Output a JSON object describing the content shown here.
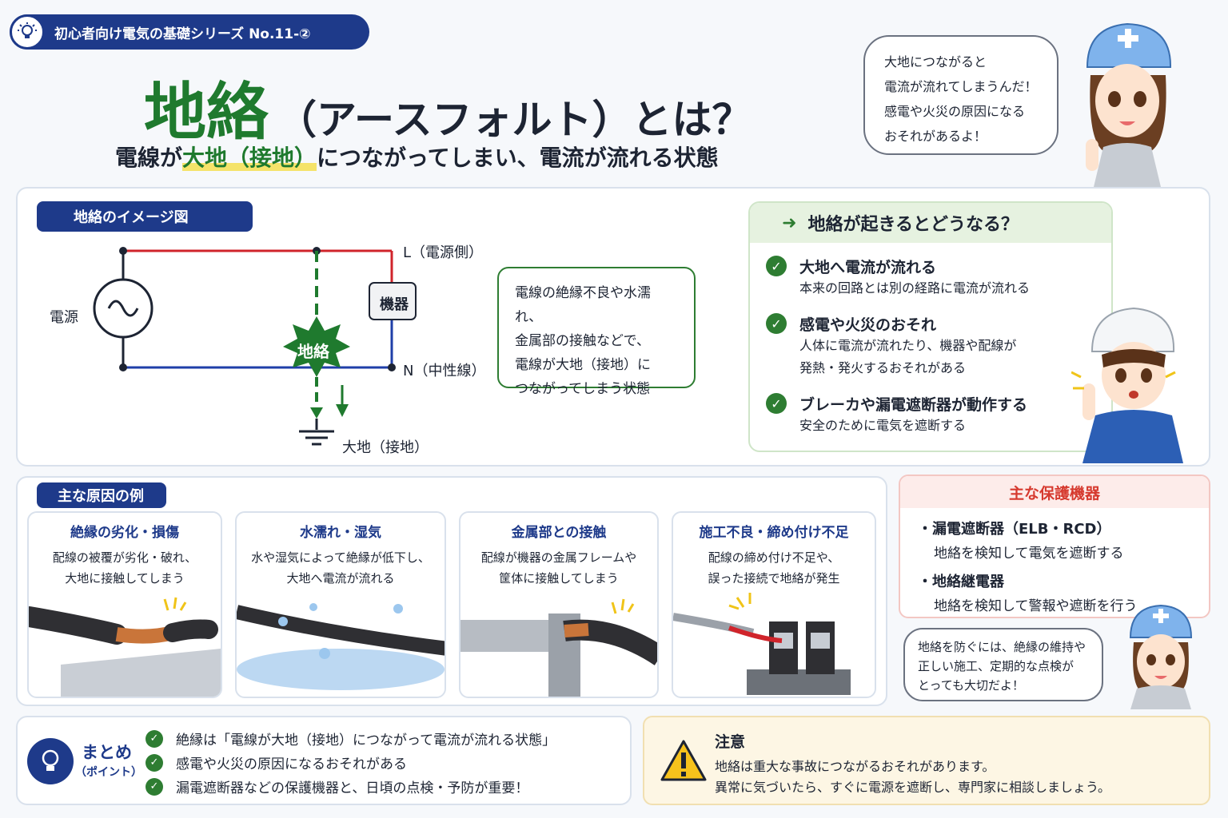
{
  "series_badge": "初心者向け電気の基礎シリーズ No.11-②",
  "title_main": "地絡",
  "title_rest": "（アースフォルト）とは？",
  "subtitle": {
    "pre": "電線が",
    "highlight": "大地（接地）",
    "post": "につながってしまい、電流が流れる状態"
  },
  "top_bubble": [
    "大地につながると",
    "電流が流れてしまうんだ！",
    "感電や火災の原因になる",
    "おそれがあるよ！"
  ],
  "diagram": {
    "heading": "地絡のイメージ図",
    "power_label": "電源",
    "line_l": "L（電源側）",
    "line_n": "N（中性線）",
    "device": "機器",
    "fault": "地絡",
    "ground": "大地（接地）",
    "description": [
      "電線の絶縁不良や水濡れ、",
      "金属部の接触などで、",
      "電線が大地（接地）に",
      "つながってしまう状態"
    ],
    "colors": {
      "line_l": "#d0242b",
      "line_n": "#1f3fa8",
      "fault": "#1f7a2e"
    }
  },
  "effects": {
    "heading": "地絡が起きるとどうなる？",
    "items": [
      {
        "title": "大地へ電流が流れる",
        "desc": [
          "本来の回路とは別の経路に電流が流れる"
        ]
      },
      {
        "title": "感電や火災のおそれ",
        "desc": [
          "人体に電流が流れたり、機器や配線が",
          "発熱・発火するおそれがある"
        ]
      },
      {
        "title": "ブレーカや漏電遮断器が動作する",
        "desc": [
          "安全のために電気を遮断する"
        ]
      }
    ]
  },
  "causes": {
    "heading": "主な原因の例",
    "items": [
      {
        "title": "絶縁の劣化・損傷",
        "desc": [
          "配線の被覆が劣化・破れ、",
          "大地に接触してしまう"
        ]
      },
      {
        "title": "水濡れ・湿気",
        "desc": [
          "水や湿気によって絶縁が低下し、",
          "大地へ電流が流れる"
        ]
      },
      {
        "title": "金属部との接触",
        "desc": [
          "配線が機器の金属フレームや",
          "筐体に接触してしまう"
        ]
      },
      {
        "title": "施工不良・締め付け不足",
        "desc": [
          "配線の締め付け不足や、",
          "誤った接続で地絡が発生"
        ]
      }
    ]
  },
  "protection": {
    "heading": "主な保護機器",
    "items": [
      {
        "name": "漏電遮断器（ELB・RCD）",
        "desc": "地絡を検知して電気を遮断する"
      },
      {
        "name": "地絡継電器",
        "desc": "地絡を検知して警報や遮断を行う"
      }
    ]
  },
  "bottom_bubble": [
    "地絡を防ぐには、絶縁の維持や",
    "正しい施工、定期的な点検が",
    "とっても大切だよ！"
  ],
  "summary": {
    "label": "まとめ",
    "sublabel": "（ポイント）",
    "items": [
      "絶縁は「電線が大地（接地）につながって電流が流れる状態」",
      "感電や火災の原因になるおそれがある",
      "漏電遮断器などの保護機器と、日頃の点検・予防が重要！"
    ]
  },
  "caution": {
    "title": "注意",
    "lines": [
      "地絡は重大な事故につながるおそれがあります。",
      "異常に気づいたら、すぐに電源を遮断し、専門家に相談しましょう。"
    ]
  }
}
